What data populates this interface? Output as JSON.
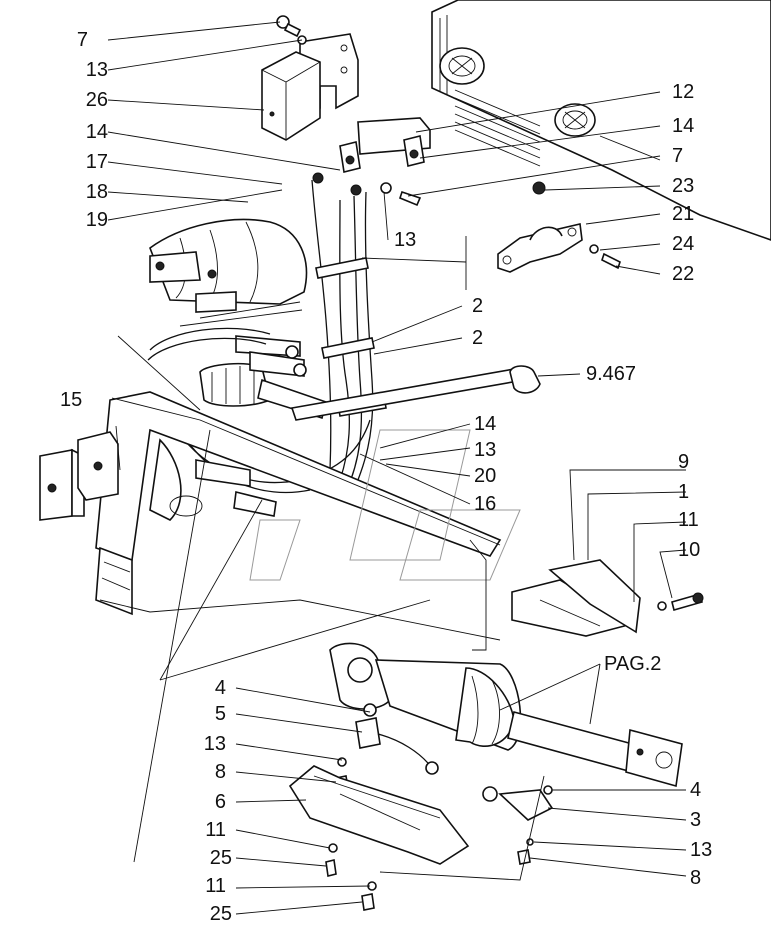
{
  "labels": {
    "l7a": "7",
    "l13a": "13",
    "l26": "26",
    "l14a": "14",
    "l17": "17",
    "l18": "18",
    "l19": "19",
    "l12": "12",
    "l14b": "14",
    "l7b": "7",
    "l13b": "13",
    "l23": "23",
    "l21": "21",
    "l24": "24",
    "l22": "22",
    "l2a": "2",
    "l2b": "2",
    "l9467": "9.467",
    "l15": "15",
    "l14c": "14",
    "l13c": "13",
    "l20": "20",
    "l16": "16",
    "l9": "9",
    "l1": "1",
    "l11a": "11",
    "l10": "10",
    "lpag2": "PAG.2",
    "l4a": "4",
    "l5": "5",
    "l13d": "13",
    "l8a": "8",
    "l6": "6",
    "l11b": "11",
    "l25a": "25",
    "l11c": "11",
    "l25b": "25",
    "l4b": "4",
    "l3": "3",
    "l13e": "13",
    "l8b": "8"
  }
}
